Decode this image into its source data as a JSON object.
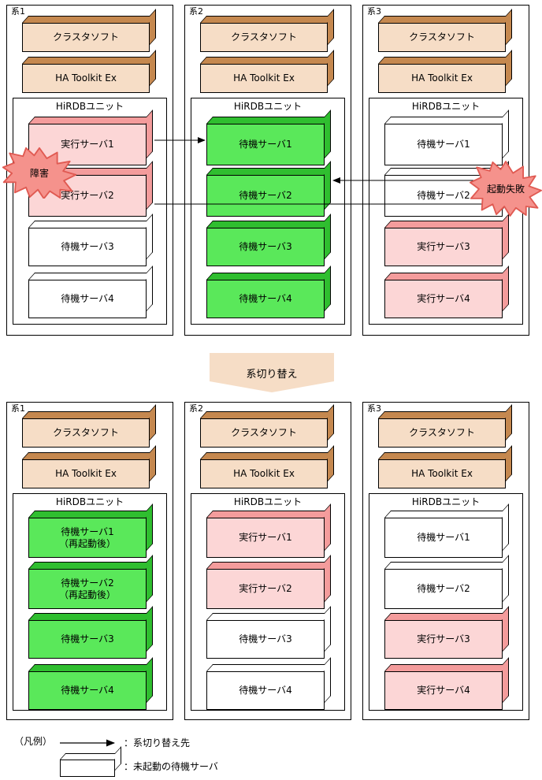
{
  "diagram": {
    "title": "HiRDB HA Toolkit Ex 系切り替え構成図",
    "colors": {
      "tan_face": "#f6ddc6",
      "tan_shade": "#c5884f",
      "green_face": "#5ae85a",
      "green_shade": "#2fbe2f",
      "pink_face": "#fcd6d6",
      "pink_shade": "#f49c9c",
      "white_face": "#ffffff",
      "burst_fill": "#f5928c",
      "burst_stroke": "#e05a52",
      "line": "#000000"
    }
  },
  "top_row": {
    "systems": [
      {
        "label": "系1",
        "cluster_soft": "クラスタソフト",
        "ha_toolkit": "HA Toolkit Ex",
        "unit_title": "HiRDBユニット",
        "servers": [
          {
            "name": "実行サーバ1",
            "state": "active"
          },
          {
            "name": "実行サーバ2",
            "state": "active"
          },
          {
            "name": "待機サーバ3",
            "state": "not-started"
          },
          {
            "name": "待機サーバ4",
            "state": "not-started"
          }
        ]
      },
      {
        "label": "系2",
        "cluster_soft": "クラスタソフト",
        "ha_toolkit": "HA Toolkit Ex",
        "unit_title": "HiRDBユニット",
        "servers": [
          {
            "name": "待機サーバ1",
            "state": "standby"
          },
          {
            "name": "待機サーバ2",
            "state": "standby"
          },
          {
            "name": "待機サーバ3",
            "state": "standby"
          },
          {
            "name": "待機サーバ4",
            "state": "standby"
          }
        ]
      },
      {
        "label": "系3",
        "cluster_soft": "クラスタソフト",
        "ha_toolkit": "HA Toolkit Ex",
        "unit_title": "HiRDBユニット",
        "servers": [
          {
            "name": "待機サーバ1",
            "state": "not-started"
          },
          {
            "name": "待機サーバ2",
            "state": "not-started"
          },
          {
            "name": "実行サーバ3",
            "state": "active"
          },
          {
            "name": "実行サーバ4",
            "state": "active"
          }
        ]
      }
    ],
    "bursts": [
      {
        "text": "障害"
      },
      {
        "text": "起動失敗"
      }
    ]
  },
  "transition": {
    "label": "系切り替え"
  },
  "bottom_row": {
    "systems": [
      {
        "label": "系1",
        "cluster_soft": "クラスタソフト",
        "ha_toolkit": "HA Toolkit Ex",
        "unit_title": "HiRDBユニット",
        "servers": [
          {
            "name": "待機サーバ1\n（再起動後）",
            "state": "standby"
          },
          {
            "name": "待機サーバ2\n（再起動後）",
            "state": "standby"
          },
          {
            "name": "待機サーバ3",
            "state": "standby"
          },
          {
            "name": "待機サーバ4",
            "state": "standby"
          }
        ]
      },
      {
        "label": "系2",
        "cluster_soft": "クラスタソフト",
        "ha_toolkit": "HA Toolkit Ex",
        "unit_title": "HiRDBユニット",
        "servers": [
          {
            "name": "実行サーバ1",
            "state": "active"
          },
          {
            "name": "実行サーバ2",
            "state": "active"
          },
          {
            "name": "待機サーバ3",
            "state": "not-started"
          },
          {
            "name": "待機サーバ4",
            "state": "not-started"
          }
        ]
      },
      {
        "label": "系3",
        "cluster_soft": "クラスタソフト",
        "ha_toolkit": "HA Toolkit Ex",
        "unit_title": "HiRDBユニット",
        "servers": [
          {
            "name": "待機サーバ1",
            "state": "not-started"
          },
          {
            "name": "待機サーバ2",
            "state": "not-started"
          },
          {
            "name": "実行サーバ3",
            "state": "active"
          },
          {
            "name": "実行サーバ4",
            "state": "active"
          }
        ]
      }
    ]
  },
  "legend": {
    "title": "（凡例）",
    "items": [
      {
        "symbol": "arrow",
        "text": "：系切り替え先"
      },
      {
        "symbol": "box3d-white",
        "text": "：未起動の待機サーバ"
      }
    ]
  }
}
